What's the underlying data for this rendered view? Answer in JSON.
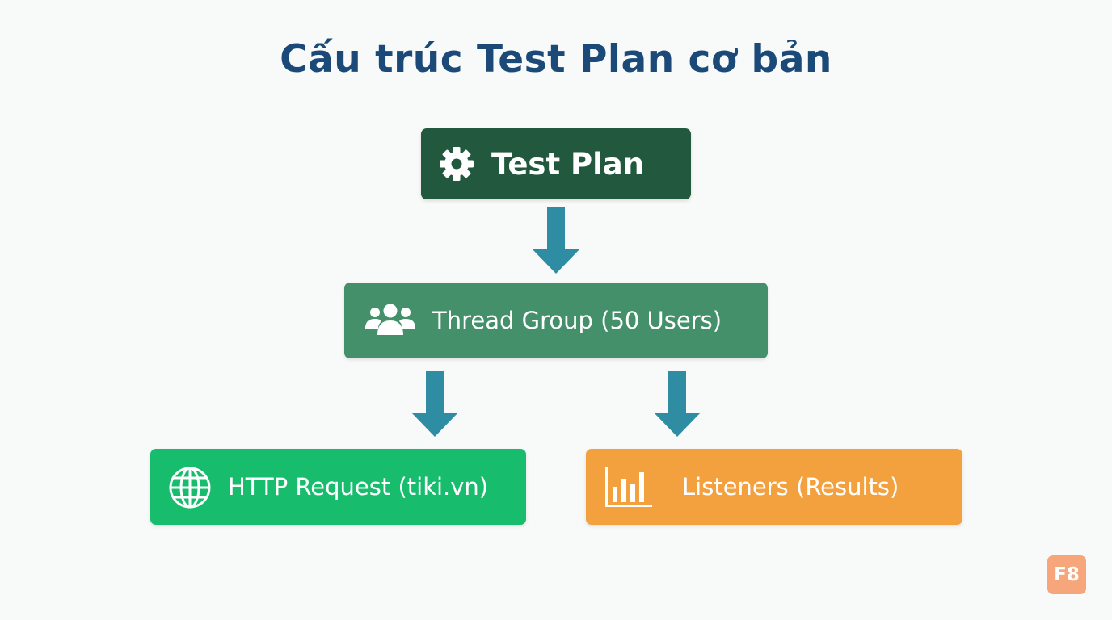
{
  "title": "Cấu trúc Test Plan cơ bản",
  "nodes": {
    "test_plan": {
      "label": "Test Plan",
      "icon": "gear-icon",
      "color": "#22593e"
    },
    "thread_group": {
      "label": "Thread Group (50 Users)",
      "icon": "users-icon",
      "color": "#43906b"
    },
    "http_request": {
      "label": "HTTP Request (tiki.vn)",
      "icon": "globe-icon",
      "color": "#17bd6c"
    },
    "listeners": {
      "label": "Listeners (Results)",
      "icon": "bar-chart-icon",
      "color": "#f3a13e"
    }
  },
  "arrow_color": "#2e8ca3",
  "title_color": "#1b4a78",
  "logo": {
    "text": "F8",
    "color": "#f6a67a"
  }
}
